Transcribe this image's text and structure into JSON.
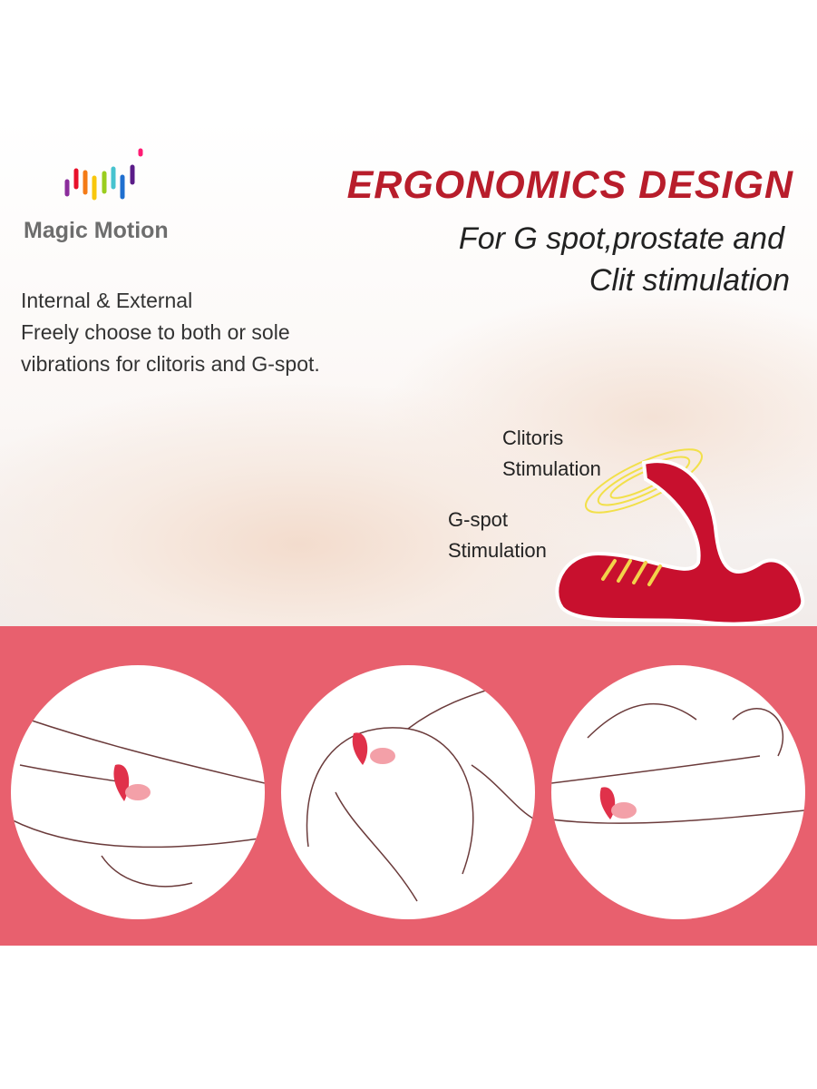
{
  "brand": {
    "name": "Magic Motion"
  },
  "headline": {
    "title": "ERGONOMICS DESIGN",
    "subtitle_line1": "For G spot,prostate and",
    "subtitle_line2": "Clit stimulation"
  },
  "description": {
    "line1": "Internal & External",
    "line2": "Freely choose to both or sole",
    "line3": "vibrations for clitoris and G-spot."
  },
  "labels": {
    "clitoris_line1": "Clitoris",
    "clitoris_line2": "Stimulation",
    "gspot_line1": "G-spot",
    "gspot_line2": "Stimulation"
  },
  "colors": {
    "accent": "#b81d2b",
    "band": "#e8606e",
    "product": "#c8102e"
  },
  "usage_illustrations": [
    {
      "id": "position-1"
    },
    {
      "id": "position-2"
    },
    {
      "id": "position-3"
    }
  ]
}
